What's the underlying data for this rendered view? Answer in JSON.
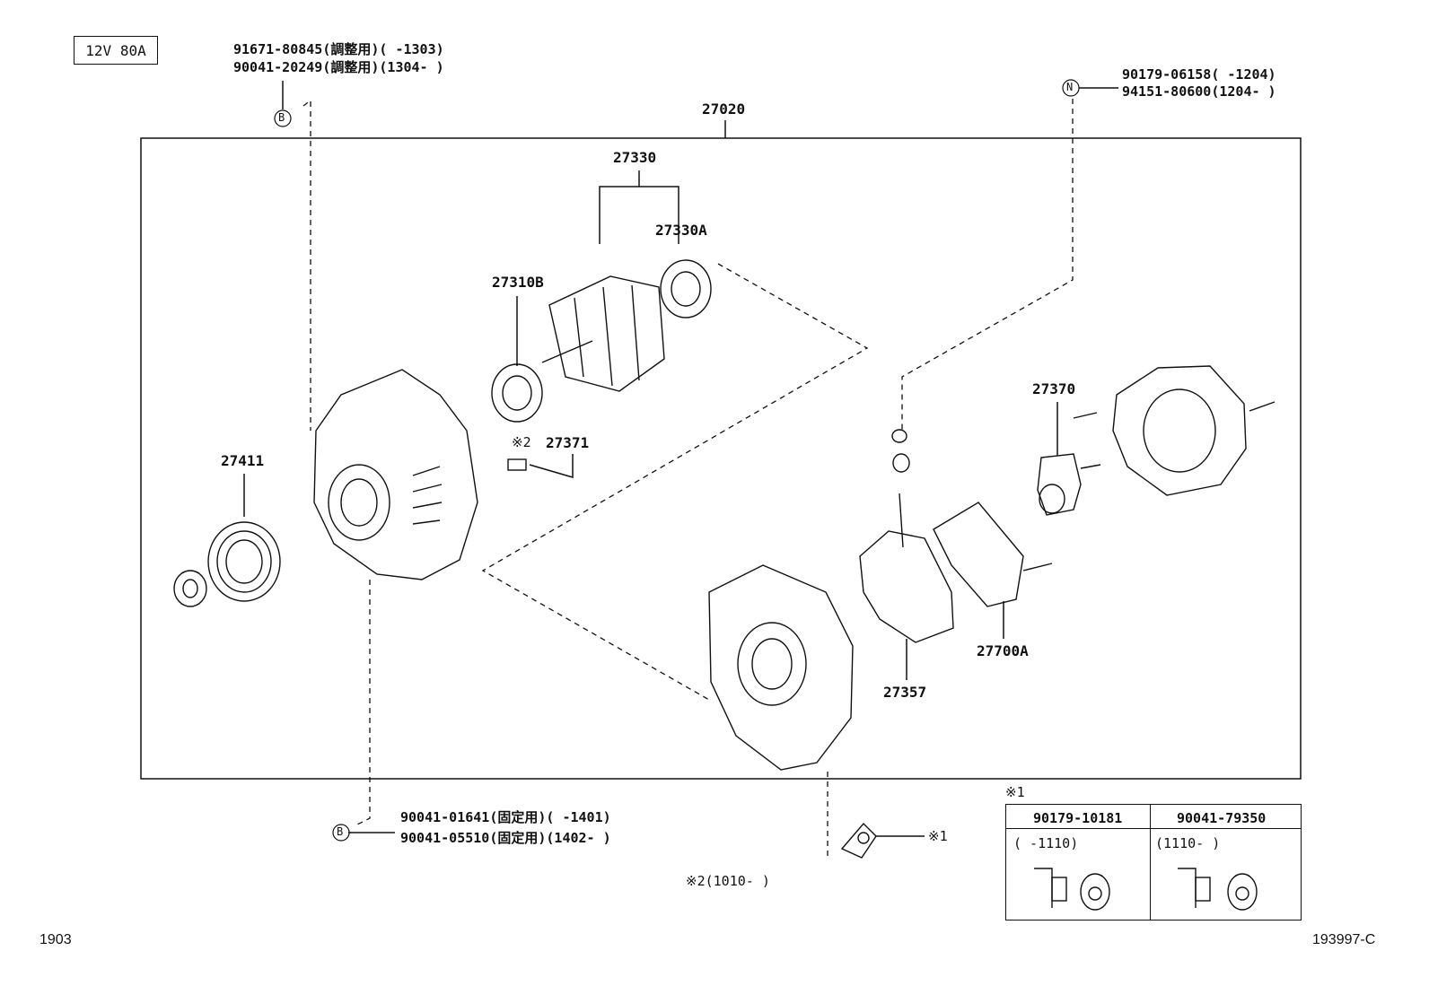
{
  "spec_box": "12V 80A",
  "top_left_notes": {
    "line1": "91671-80845(調整用)(    -1303)",
    "line2": "90041-20249(調整用)(1304-    )",
    "marker": "B"
  },
  "top_right_notes": {
    "line1": "90179-06158(    -1204)",
    "line2": "94151-80600(1204-    )",
    "marker": "N"
  },
  "bottom_notes": {
    "line1": "90041-01641(固定用)(    -1401)",
    "line2": "90041-05510(固定用)(1402-    )",
    "marker": "B"
  },
  "parts": {
    "p27020": "27020",
    "p27330": "27330",
    "p27330A": "27330A",
    "p27310B": "27310B",
    "p27411": "27411",
    "p27371": "27371",
    "p27371_mark": "※2",
    "p27370": "27370",
    "p27357": "27357",
    "p27700A": "27700A"
  },
  "callouts": {
    "star1": "※1",
    "star2_note": "※2(1010-    )"
  },
  "table": {
    "title": "※1",
    "col1_header": "90179-10181",
    "col2_header": "90041-79350",
    "col1_range": "(    -1110)",
    "col2_range": "(1110-    )"
  },
  "footer": {
    "left": "1903",
    "right": "193997-C"
  }
}
